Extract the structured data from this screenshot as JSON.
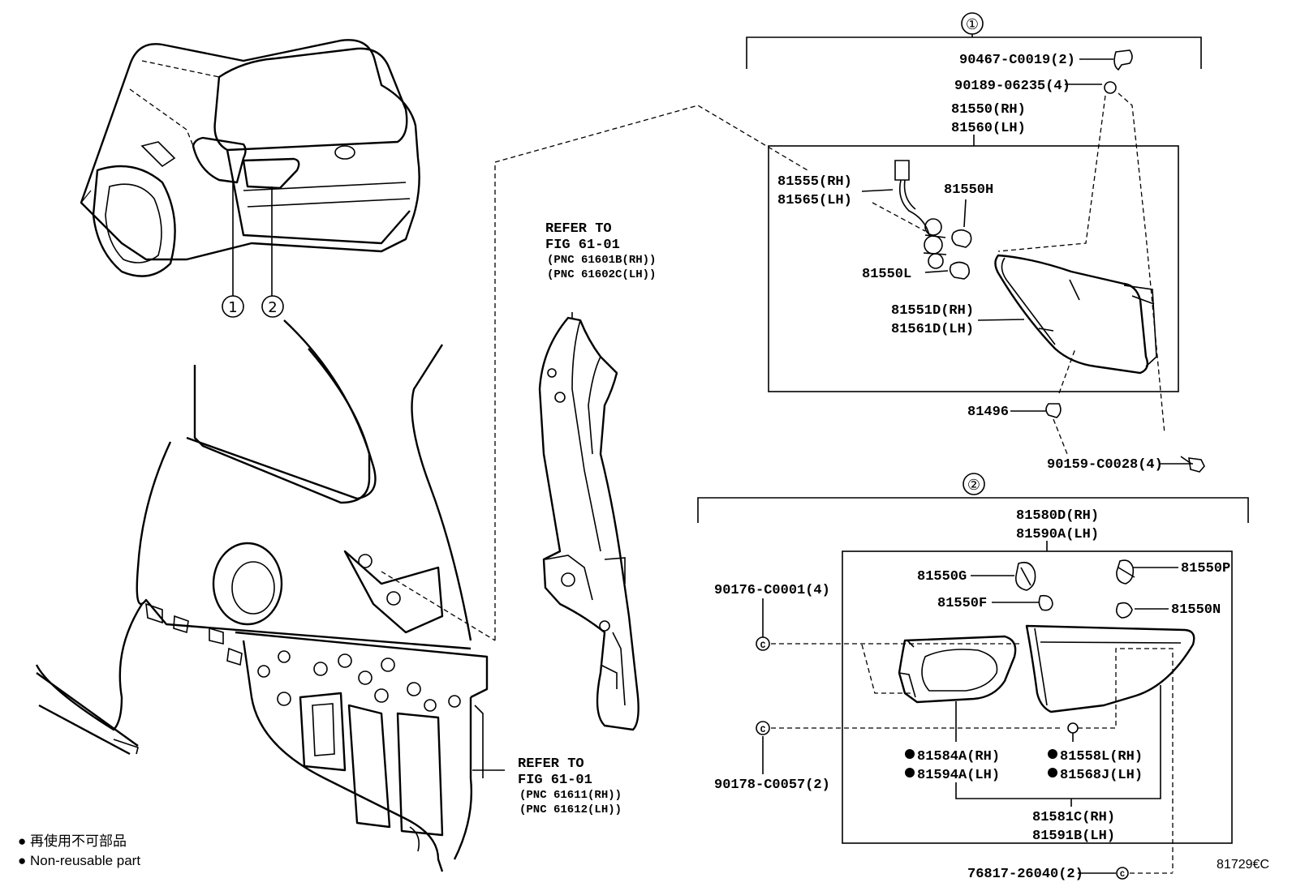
{
  "callouts": {
    "group1": "①",
    "group2": "②"
  },
  "refs": {
    "ref_upper": {
      "line1": "REFER TO",
      "line2": "FIG 61-01",
      "line3": "(PNC 61601B(RH))",
      "line4": "(PNC 61602C(LH))"
    },
    "ref_lower": {
      "line1": "REFER TO",
      "line2": "FIG 61-01",
      "line3": "(PNC 61611(RH))",
      "line4": "(PNC 61612(LH))"
    }
  },
  "group1": {
    "p90467": "90467-C0019(2)",
    "p90189": "90189-06235(4)",
    "assy_rh": "81550(RH)",
    "assy_lh": "81560(LH)",
    "socket_rh": "81555(RH)",
    "socket_lh": "81565(LH)",
    "bulb_h": "81550H",
    "bulb_l": "81550L",
    "lens_rh": "81551D(RH)",
    "lens_lh": "81561D(LH)",
    "p81496": "81496",
    "p90159": "90159-C0028(4)"
  },
  "group2": {
    "assy_rh": "81580D(RH)",
    "assy_lh": "81590A(LH)",
    "bulb_g": "81550G",
    "bulb_f": "81550F",
    "bulb_p": "81550P",
    "bulb_n": "81550N",
    "p90176": "90176-C0001(4)",
    "p90178": "90178-C0057(2)",
    "gasket_rh": "81584A(RH)",
    "gasket_lh": "81594A(LH)",
    "seal_rh": "81558L(RH)",
    "seal_lh": "81568J(LH)",
    "lens_rh": "81581C(RH)",
    "lens_lh": "81591B(LH)",
    "p76817": "76817-26040(2)"
  },
  "legend": {
    "line1": "● 再使用不可部品",
    "line2": "● Non-reusable part"
  },
  "figure_code": "81729€C"
}
